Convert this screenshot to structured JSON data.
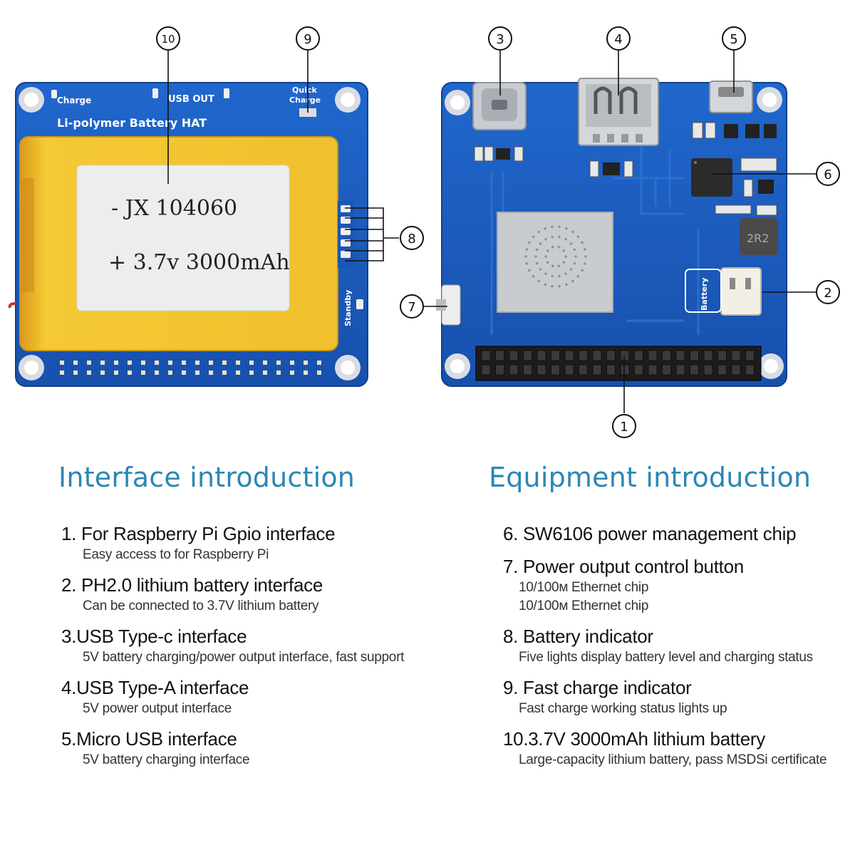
{
  "board_left": {
    "silk_charge": "Charge",
    "silk_usb_out": "USB OUT",
    "silk_quick_1": "Quick",
    "silk_quick_2": "Charge",
    "silk_title": "Li-polymer Battery HAT",
    "silk_standby": "Standby",
    "battery_line1": "- JX  104060",
    "battery_line2": "+ 3.7v 3000mAh"
  },
  "board_right": {
    "inductor_label": "2R2",
    "battery_silk": "Battery"
  },
  "callouts": [
    "1",
    "2",
    "3",
    "4",
    "5",
    "6",
    "7",
    "8",
    "9",
    "10"
  ],
  "titles": {
    "left": "Interface introduction",
    "right": "Equipment introduction"
  },
  "left_items": [
    {
      "title": "1. For Raspberry Pi Gpio interface",
      "desc": [
        "Easy access to for Raspberry Pi"
      ]
    },
    {
      "title": "2. PH2.0 lithium battery interface",
      "desc": [
        "Can be connected to 3.7V lithium battery"
      ]
    },
    {
      "title": "3.USB Type-c interface",
      "desc": [
        "5V battery charging/power output interface, fast support"
      ]
    },
    {
      "title": "4.USB Type-A interface",
      "desc": [
        "5V power output interface"
      ]
    },
    {
      "title": "5.Micro USB interface",
      "desc": [
        "5V battery charging interface"
      ]
    }
  ],
  "right_items": [
    {
      "title": "6. SW6106 power management chip",
      "desc": []
    },
    {
      "title": "7. Power output control button",
      "desc": [
        "10/100м Ethernet chip",
        "10/100м Ethernet chip"
      ]
    },
    {
      "title": "8. Battery indicator",
      "desc": [
        "Five lights display battery level and charging status"
      ]
    },
    {
      "title": "9. Fast charge indicator",
      "desc": [
        "Fast charge working status lights up"
      ]
    },
    {
      "title": "10.3.7V 3000mAh lithium battery",
      "desc": [
        "Large-capacity lithium battery, pass MSDSi certificate"
      ]
    }
  ],
  "colors": {
    "pcb": "#1d5fc4",
    "pcb_dark": "#15479a",
    "battery": "#f2c230",
    "title": "#2a87b5"
  }
}
